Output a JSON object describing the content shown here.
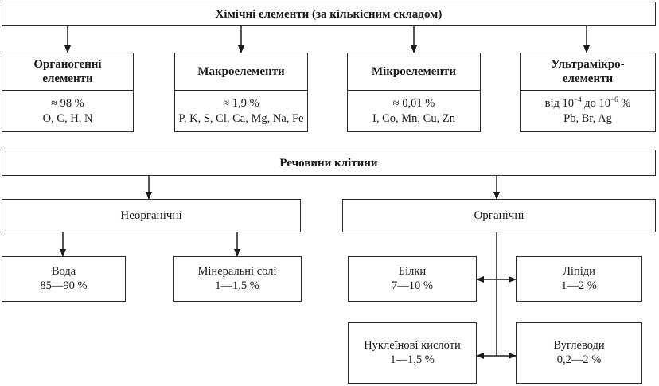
{
  "title": "Хімічні елементи (за кількісним складом)",
  "element_groups": [
    {
      "name_line1": "Органогенні",
      "name_line2": "елементи",
      "percent": "≈ 98 %",
      "elements": "O, C, H, N"
    },
    {
      "name_line1": "Макроелементи",
      "name_line2": "",
      "percent": "≈ 1,9 %",
      "elements": "P, K, S, Cl, Ca, Mg, Na, Fe"
    },
    {
      "name_line1": "Мікроелементи",
      "name_line2": "",
      "percent": "≈ 0,01 %",
      "elements": "I, Co, Mn, Cu, Zn"
    },
    {
      "name_line1": "Ультрамікро-",
      "name_line2": "елементи",
      "percent_prefix": "від 10",
      "percent_exp1": "−4",
      "percent_mid": " до 10",
      "percent_exp2": "−6",
      "percent_suffix": " %",
      "elements": "Pb, Br, Ag"
    }
  ],
  "substances_title": "Речовини клітини",
  "inorganic": {
    "label": "Неорганічні",
    "items": [
      {
        "name": "Вода",
        "value": "85—90 %"
      },
      {
        "name": "Мінеральні солі",
        "value": "1—1,5 %"
      }
    ]
  },
  "organic": {
    "label": "Органічні",
    "items": [
      {
        "name": "Білки",
        "value": "7—10 %"
      },
      {
        "name": "Ліпіди",
        "value": "1—2 %"
      },
      {
        "name": "Нуклеїнові кислоти",
        "value": "1—1,5 %"
      },
      {
        "name": "Вуглеводи",
        "value": "0,2—2 %"
      }
    ]
  }
}
